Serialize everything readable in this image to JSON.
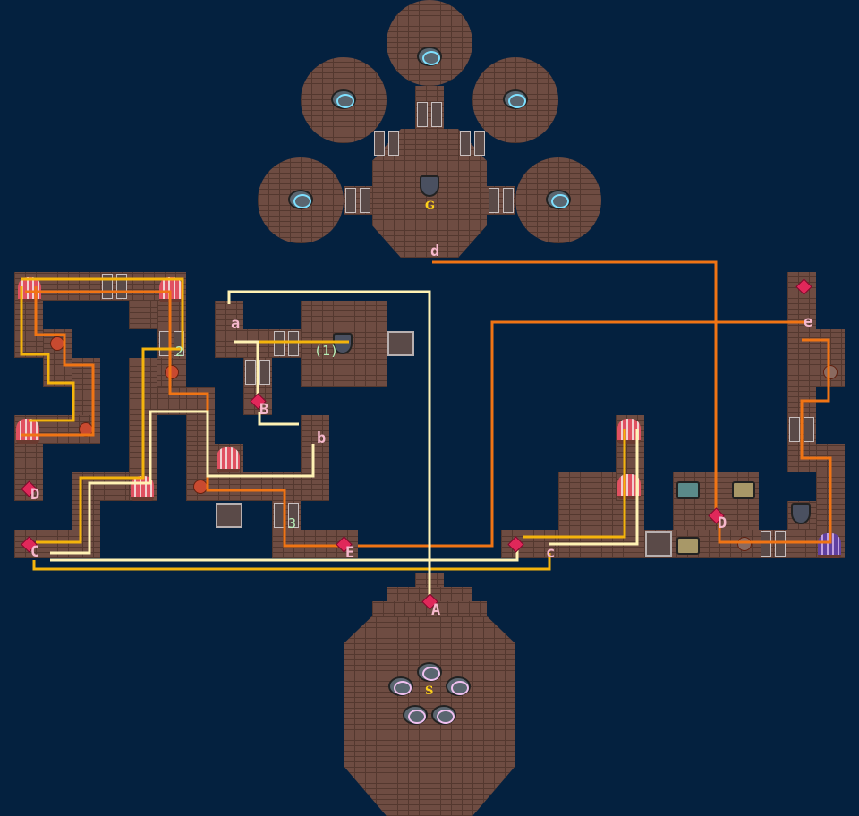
{
  "labels": {
    "goal": "G",
    "start": "S",
    "d": "d",
    "a": "a",
    "b": "b",
    "e": "e",
    "B": "B",
    "D_left": "D",
    "D_right": "D",
    "C": "C",
    "c": "c",
    "E": "E",
    "A": "A"
  },
  "step_markers": {
    "one": "(1)",
    "two": "2",
    "three": "3"
  },
  "colors": {
    "background": "#04213f",
    "brick": "#6e4c42",
    "path_orange": "#f07414",
    "path_gold": "#f4b40c",
    "path_cream": "#fff2b4",
    "label_pink": "#f6b8cc"
  }
}
